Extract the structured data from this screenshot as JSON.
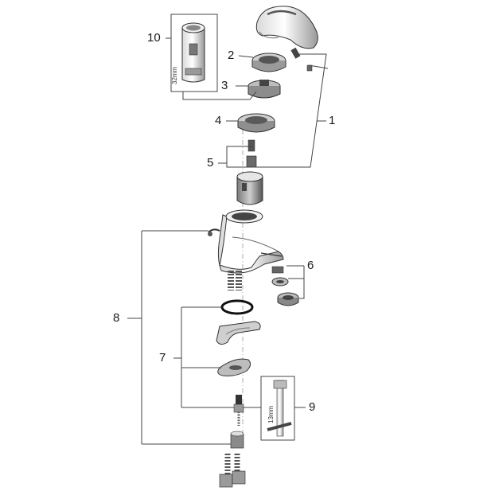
{
  "callouts": {
    "c1": "1",
    "c2": "2",
    "c3": "3",
    "c4": "4",
    "c5": "5",
    "c6": "6",
    "c7": "7",
    "c8": "8",
    "c9": "9",
    "c10": "10"
  },
  "dimensions": {
    "tool_large": "32mm",
    "tool_small": "13mm"
  },
  "colors": {
    "line": "#444444",
    "part_fill": "#e6e6e6",
    "part_dark": "#555555",
    "background": "#ffffff"
  }
}
